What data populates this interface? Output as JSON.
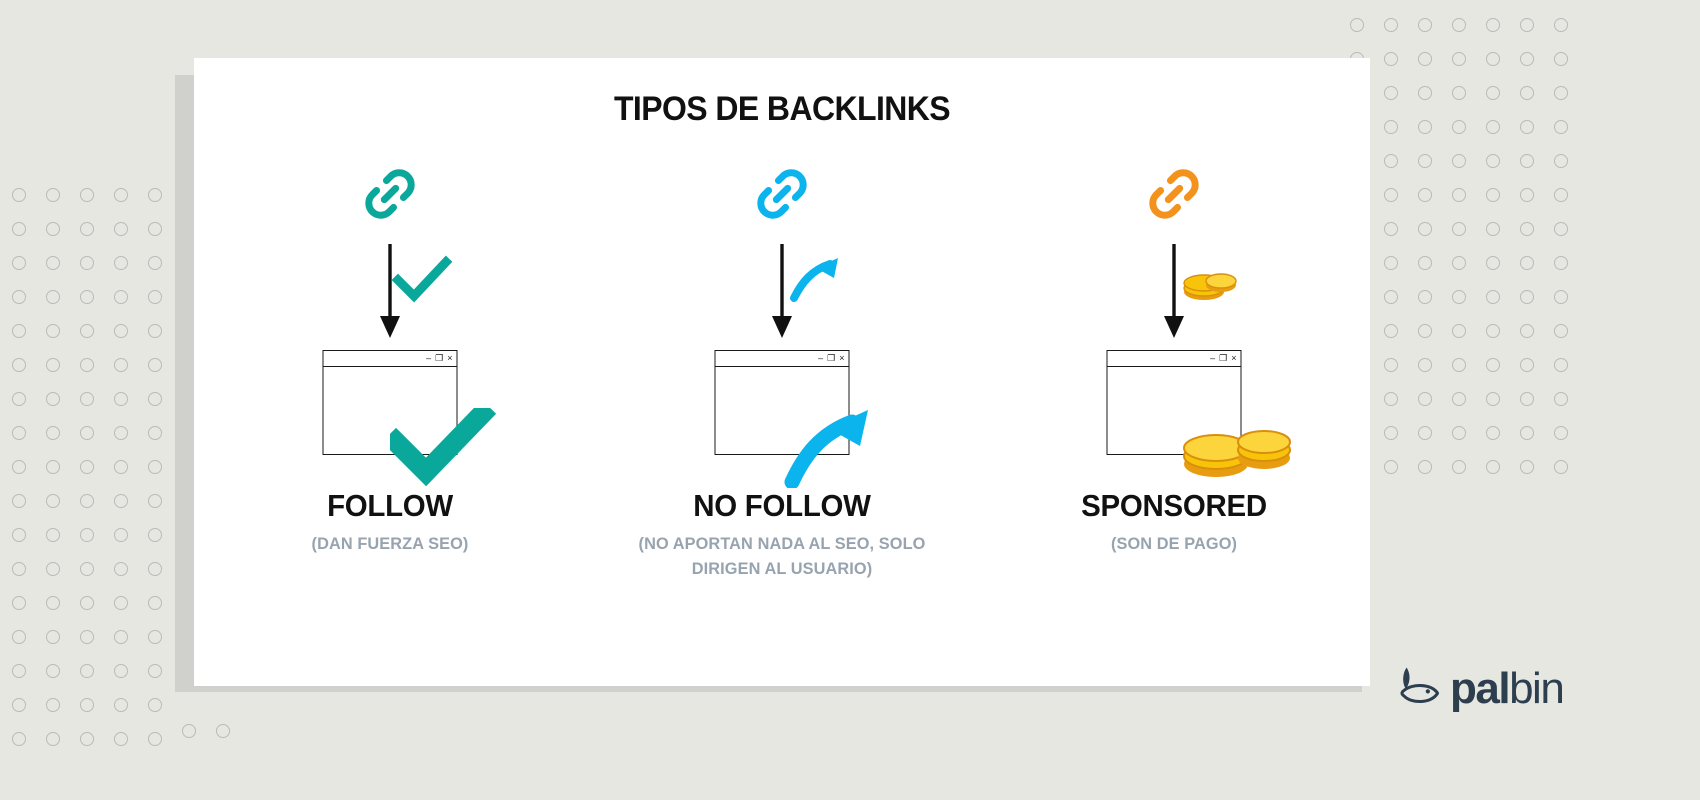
{
  "page": {
    "title": "TIPOS DE BACKLINKS",
    "background_color": "#e7e7e2",
    "card_color": "#ffffff"
  },
  "colors": {
    "follow_accent": "#0aa89a",
    "nofollow_accent": "#0cb4ee",
    "sponsored_accent": "#f4921e",
    "coin_gold": "#f7c40a",
    "subtitle_gray": "#97a3ae",
    "title_black": "#111111",
    "logo_navy": "#2d3e4e"
  },
  "columns": [
    {
      "id": "follow",
      "link_icon": "chain-link-icon",
      "link_icon_color": "#0aa89a",
      "marker_icon": "check-mark-icon",
      "marker_color": "#0aa89a",
      "label": "FOLLOW",
      "sublabel": "(DAN FUERZA SEO)",
      "window": {
        "minimize": "–",
        "maximize": "❐",
        "close": "×"
      }
    },
    {
      "id": "nofollow",
      "link_icon": "chain-link-icon",
      "link_icon_color": "#0cb4ee",
      "marker_icon": "arrow-up-right-icon",
      "marker_color": "#0cb4ee",
      "label": "NO FOLLOW",
      "sublabel": "(NO APORTAN NADA AL SEO, SOLO DIRIGEN AL USUARIO)",
      "window": {
        "minimize": "–",
        "maximize": "❐",
        "close": "×"
      }
    },
    {
      "id": "sponsored",
      "link_icon": "chain-link-icon",
      "link_icon_color": "#f4921e",
      "marker_icon": "coin-stack-icon",
      "marker_color": "#f7c40a",
      "label": "SPONSORED",
      "sublabel": "(SON DE PAGO)",
      "window": {
        "minimize": "–",
        "maximize": "❐",
        "close": "×"
      }
    }
  ],
  "logo": {
    "icon": "palbin-fish-icon",
    "text_bold": "pal",
    "text_light": "bin"
  }
}
